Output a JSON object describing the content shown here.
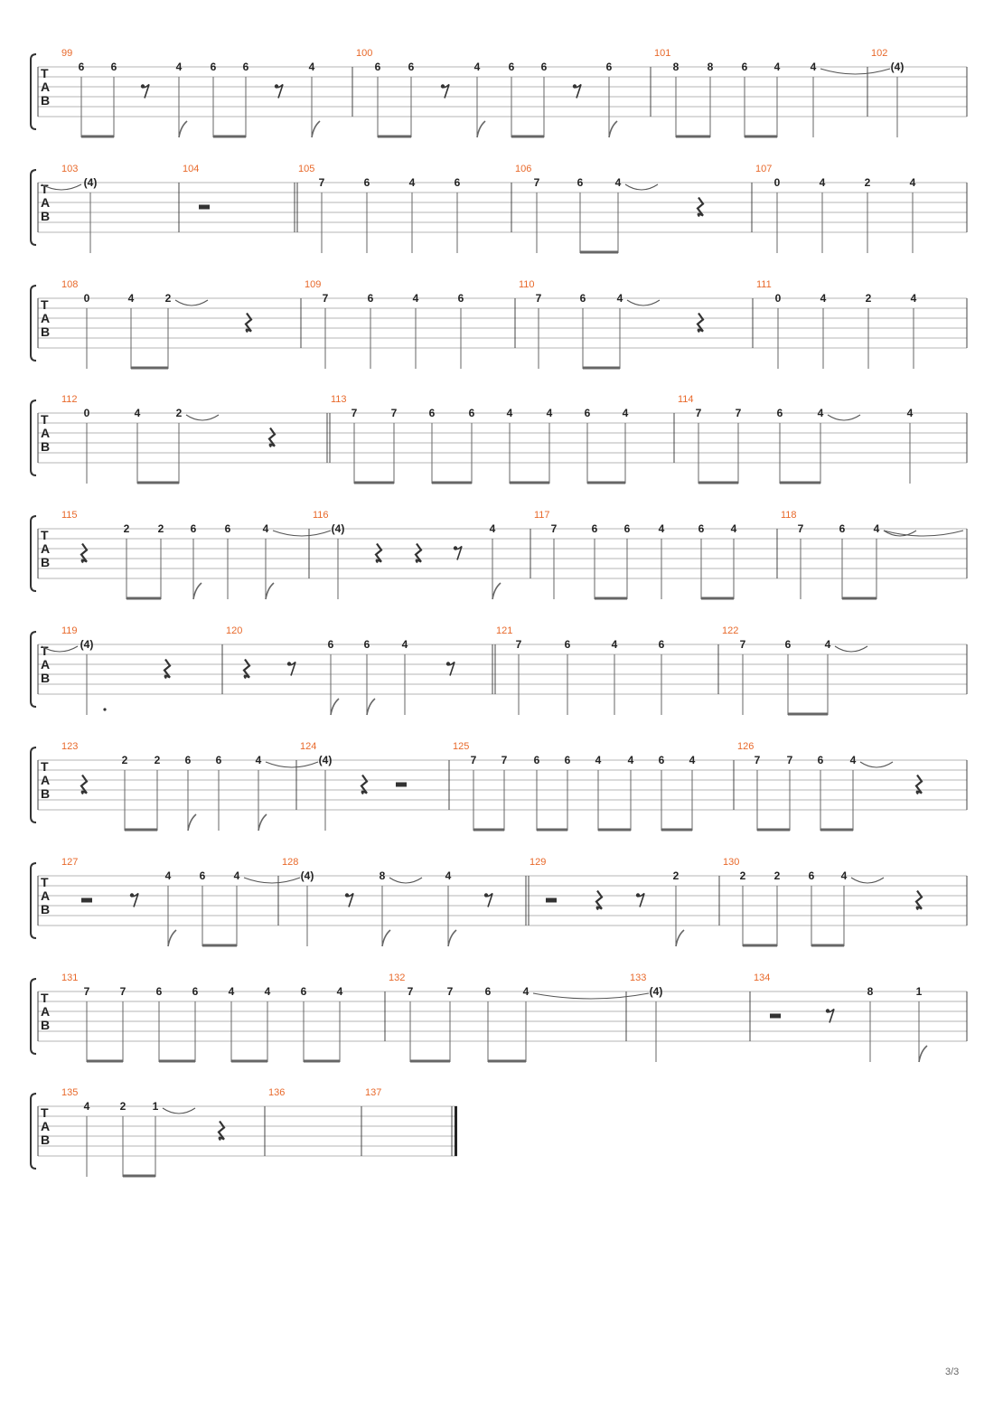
{
  "page_number": "3/3",
  "clef": [
    "T",
    "A",
    "B"
  ],
  "systems": [
    {
      "measures": [
        {
          "number": "99",
          "frets": [
            "6",
            "6",
            "4",
            "6",
            "6",
            "4"
          ]
        },
        {
          "number": "100",
          "frets": [
            "6",
            "6",
            "4",
            "6",
            "6",
            "6"
          ]
        },
        {
          "number": "101",
          "frets": [
            "8",
            "8",
            "6",
            "4",
            "4"
          ]
        },
        {
          "number": "102",
          "frets": [
            "(4)"
          ]
        }
      ]
    },
    {
      "measures": [
        {
          "number": "103",
          "frets": [
            "(4)"
          ]
        },
        {
          "number": "104",
          "frets": []
        },
        {
          "number": "105",
          "frets": [
            "7",
            "6",
            "4",
            "6"
          ]
        },
        {
          "number": "106",
          "frets": [
            "7",
            "6",
            "4"
          ]
        },
        {
          "number": "107",
          "frets": [
            "0",
            "4",
            "2",
            "4"
          ]
        }
      ]
    },
    {
      "measures": [
        {
          "number": "108",
          "frets": [
            "0",
            "4",
            "2"
          ]
        },
        {
          "number": "109",
          "frets": [
            "7",
            "6",
            "4",
            "6"
          ]
        },
        {
          "number": "110",
          "frets": [
            "7",
            "6",
            "4"
          ]
        },
        {
          "number": "111",
          "frets": [
            "0",
            "4",
            "2",
            "4"
          ]
        }
      ]
    },
    {
      "measures": [
        {
          "number": "112",
          "frets": [
            "0",
            "4",
            "2"
          ]
        },
        {
          "number": "113",
          "frets": [
            "7",
            "7",
            "6",
            "6",
            "4",
            "4",
            "6",
            "4"
          ]
        },
        {
          "number": "114",
          "frets": [
            "7",
            "7",
            "6",
            "4",
            "4"
          ]
        }
      ]
    },
    {
      "measures": [
        {
          "number": "115",
          "frets": [
            "2",
            "2",
            "6",
            "6",
            "4"
          ]
        },
        {
          "number": "116",
          "frets": [
            "(4)",
            "4"
          ]
        },
        {
          "number": "117",
          "frets": [
            "7",
            "6",
            "6",
            "4",
            "6",
            "4"
          ]
        },
        {
          "number": "118",
          "frets": [
            "7",
            "6",
            "4"
          ]
        }
      ]
    },
    {
      "measures": [
        {
          "number": "119",
          "frets": [
            "(4)"
          ]
        },
        {
          "number": "120",
          "frets": [
            "6",
            "6",
            "4"
          ]
        },
        {
          "number": "121",
          "frets": [
            "7",
            "6",
            "4",
            "6"
          ]
        },
        {
          "number": "122",
          "frets": [
            "7",
            "6",
            "4"
          ]
        }
      ]
    },
    {
      "measures": [
        {
          "number": "123",
          "frets": [
            "2",
            "2",
            "6",
            "6",
            "4"
          ]
        },
        {
          "number": "124",
          "frets": [
            "(4)"
          ]
        },
        {
          "number": "125",
          "frets": [
            "7",
            "7",
            "6",
            "6",
            "4",
            "4",
            "6",
            "4"
          ]
        },
        {
          "number": "126",
          "frets": [
            "7",
            "7",
            "6",
            "4"
          ]
        }
      ]
    },
    {
      "measures": [
        {
          "number": "127",
          "frets": [
            "4",
            "6",
            "4"
          ]
        },
        {
          "number": "128",
          "frets": [
            "(4)",
            "8",
            "4"
          ]
        },
        {
          "number": "129",
          "frets": [
            "2"
          ]
        },
        {
          "number": "130",
          "frets": [
            "2",
            "2",
            "6",
            "4"
          ]
        }
      ]
    },
    {
      "measures": [
        {
          "number": "131",
          "frets": [
            "7",
            "7",
            "6",
            "6",
            "4",
            "4",
            "6",
            "4"
          ]
        },
        {
          "number": "132",
          "frets": [
            "7",
            "7",
            "6",
            "4"
          ]
        },
        {
          "number": "133",
          "frets": [
            "(4)"
          ]
        },
        {
          "number": "134",
          "frets": [
            "8",
            "1"
          ]
        }
      ]
    },
    {
      "measures": [
        {
          "number": "135",
          "frets": [
            "4",
            "2",
            "1"
          ]
        },
        {
          "number": "136",
          "frets": []
        },
        {
          "number": "137",
          "frets": []
        }
      ]
    }
  ]
}
